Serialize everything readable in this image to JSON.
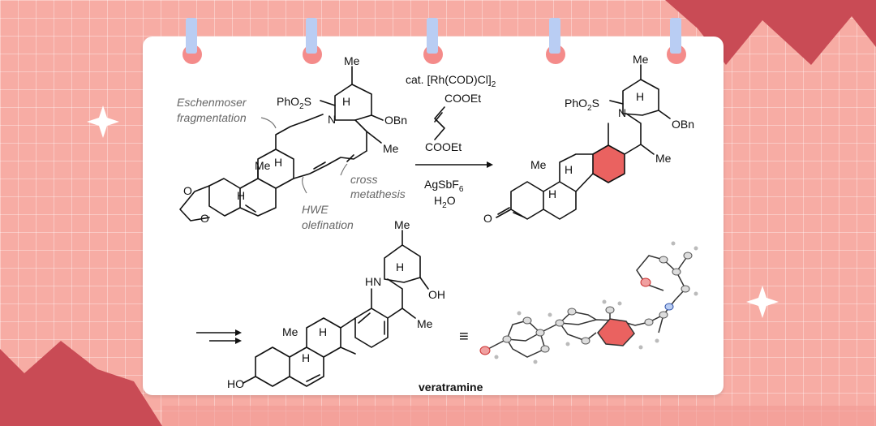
{
  "colors": {
    "background": "#f7aca4",
    "card": "#ffffff",
    "accent_dark": "#c94b55",
    "tab_blue": "#b9cdf3",
    "arene_highlight": "#ea6260"
  },
  "labels": {
    "fragmentation_1": "Eschenmoser",
    "fragmentation_2": "fragmentation",
    "cross_1": "cross",
    "cross_2": "metathesis",
    "hwe_1": "HWE",
    "hwe_2": "olefination",
    "product_name": "veratramine"
  },
  "reagents": {
    "catalyst_prefix": "cat. [Rh(COD)Cl]",
    "catalyst_sub": "2",
    "ester_top": "COOEt",
    "ester_bottom": "COOEt",
    "silver_prefix": "AgSbF",
    "silver_sub": "6",
    "water_prefix": "H",
    "water_sub": "2",
    "water_suffix": "O"
  },
  "atoms": {
    "me": "Me",
    "h": "H",
    "n": "N",
    "s": "S",
    "o": "O",
    "obn": "OBn",
    "oh": "OH",
    "ho": "HO",
    "hn": "HN",
    "ph_prefix": "PhO",
    "ph_sub": "2",
    "equiv": "≡"
  },
  "icons": [
    "sparkle-icon",
    "binder-tab-icon",
    "reaction-arrow-icon"
  ]
}
